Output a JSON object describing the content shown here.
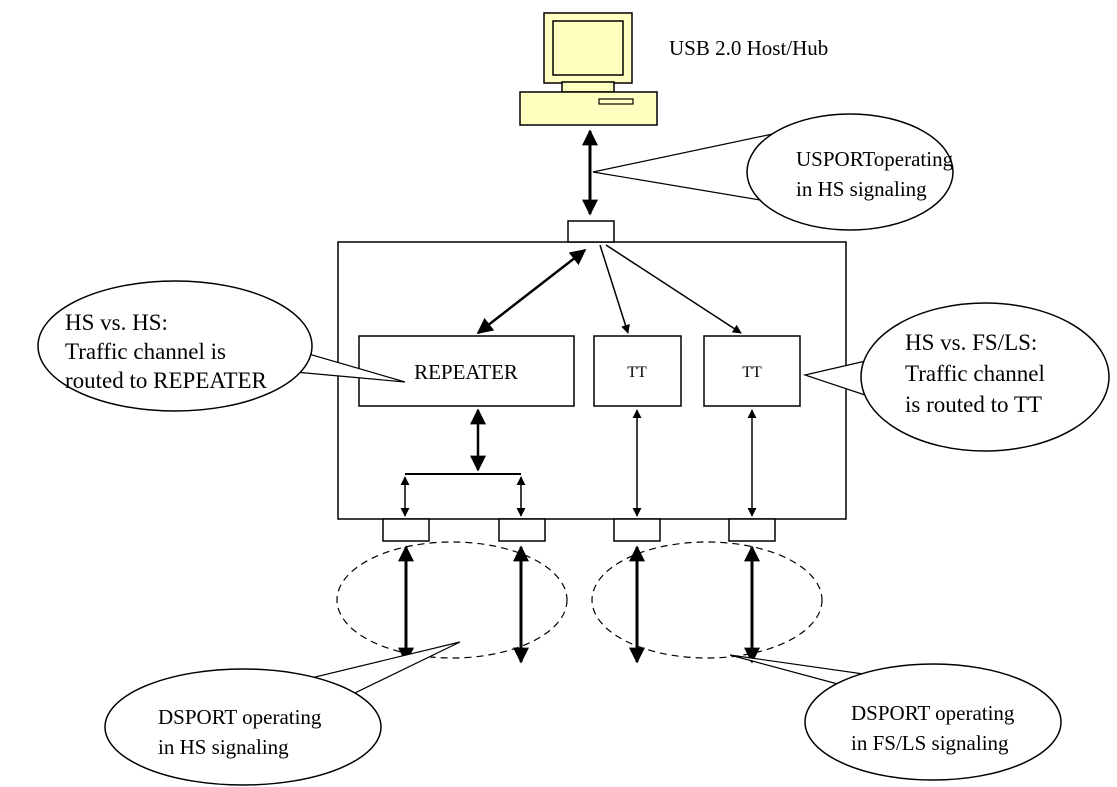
{
  "host": {
    "label": "USB 2.0 Host/Hub"
  },
  "callouts": {
    "usport": {
      "lines": [
        "USPORToperating",
        "in HS signaling"
      ]
    },
    "hs_vs_hs": {
      "lines": [
        "HS vs. HS:",
        "Traffic channel is",
        "routed to REPEATER"
      ]
    },
    "hs_vs_fsls": {
      "lines": [
        "HS vs. FS/LS:",
        "Traffic channel",
        "is routed to TT"
      ]
    },
    "dsport_hs": {
      "lines": [
        "DSPORT operating",
        "in HS signaling"
      ]
    },
    "dsport_fsls": {
      "lines": [
        "DSPORT operating",
        "in FS/LS signaling"
      ]
    }
  },
  "blocks": {
    "repeater": "REPEATER",
    "tt1": "TT",
    "tt2": "TT"
  },
  "colors": {
    "computer_fill": "#FFFFC0",
    "stroke": "#000000"
  }
}
